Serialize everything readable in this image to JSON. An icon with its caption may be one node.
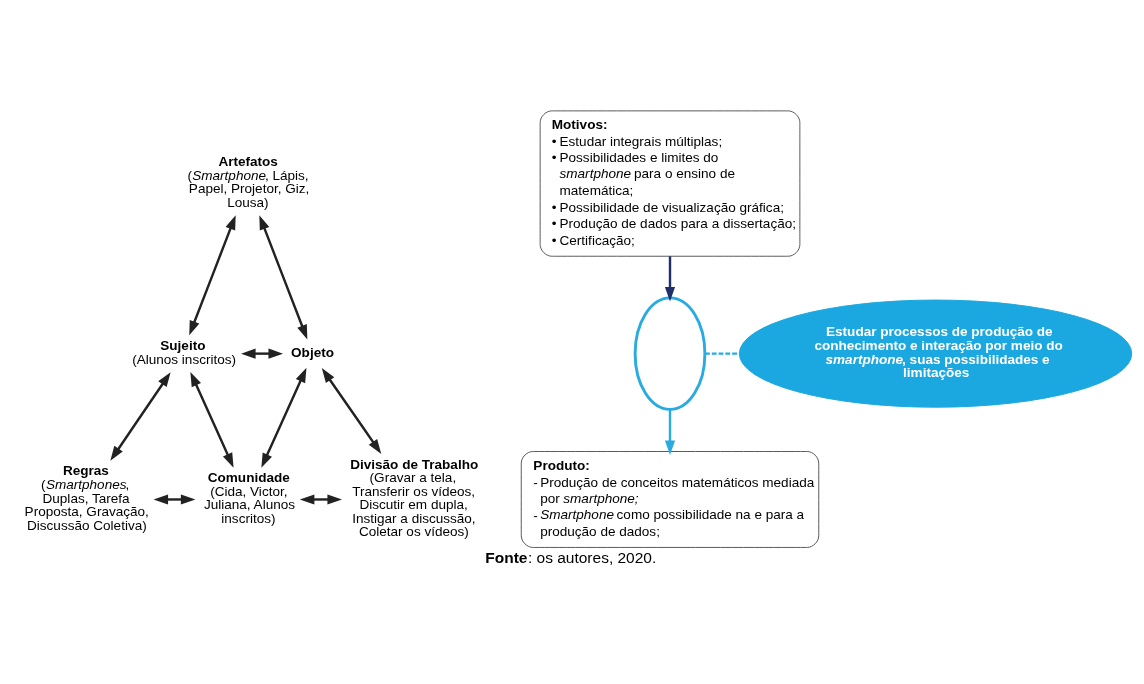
{
  "diagram": {
    "caption": "**Fonte**: os autores, 2020.",
    "nodes": [
      {
        "text": [
          "Artefatos",
          "(*Smartphone*, Lápis, Papel, Projetor, Giz, Lousa)"
        ]
      },
      {
        "text": [
          "Sujeito",
          "(Alunos inscritos)"
        ]
      },
      {
        "text": [
          "Objeto"
        ]
      },
      {
        "text": [
          "Regras",
          "(*Smartphones*, Duplas, Tarefa Proposta, Gravação, Discussão Coletiva)"
        ]
      },
      {
        "text": [
          "Comunidade",
          "(Cida, Victor, Juliana, Alunos inscritos)"
        ]
      },
      {
        "text": [
          "Divisão de Trabalho",
          "(Gravar a tela, Transferir os vídeos, Discutir em dupla, Instigar a discussão, Coletar os vídeos)"
        ]
      },
      {
        "text": [],
        "shape": "ellipse"
      },
      {
        "text": [
          "Motivos:",
          "• Estudar integrais múltiplas;",
          "• Possibilidades e limites do *smartphone* para o ensino de matemática;",
          "• Possibilidade de visualização gráfica;",
          "• Produção de dados para a dissertação;",
          "• Certificação;"
        ]
      },
      {
        "text": [
          "Estudar processos de produção de conhecimento e interação por meio do *smartphone*, suas possibilidades e limitações"
        ]
      },
      {
        "text": [
          "Produto:",
          "- Produção de conceitos matemáticos mediada por *smartphone;*",
          "- *Smartphone* como possibilidade na e para a produção de dados;"
        ]
      }
    ],
    "edges": [
      {
        "from": 0,
        "to": 1,
        "arrow": "both"
      },
      {
        "from": 0,
        "to": 2,
        "arrow": "both"
      },
      {
        "from": 1,
        "to": 2,
        "arrow": "both"
      },
      {
        "from": 1,
        "to": 3,
        "arrow": "both"
      },
      {
        "from": 1,
        "to": 4,
        "arrow": "both"
      },
      {
        "from": 2,
        "to": 4,
        "arrow": "both"
      },
      {
        "from": 2,
        "to": 5,
        "arrow": "both"
      },
      {
        "from": 3,
        "to": 4,
        "arrow": "both"
      },
      {
        "from": 4,
        "to": 5,
        "arrow": "both"
      },
      {
        "from": 7,
        "to": 6,
        "arrow": "to",
        "color": "#1f2f6b"
      },
      {
        "from": 6,
        "to": 8,
        "arrow": "none",
        "style": "dashed",
        "color": "#29abe2"
      },
      {
        "from": 6,
        "to": 9,
        "arrow": "to",
        "color": "#29abe2"
      }
    ]
  }
}
